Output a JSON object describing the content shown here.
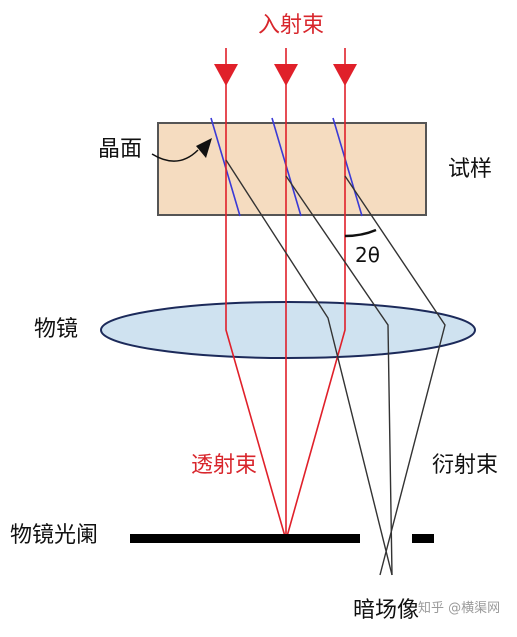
{
  "labels": {
    "incident_beam": "入射束",
    "crystal_plane": "晶面",
    "specimen": "试样",
    "two_theta": "2θ",
    "objective_lens": "物镜",
    "transmitted_beam": "透射束",
    "diffracted_beam": "衍射束",
    "objective_aperture": "物镜光阑",
    "dark_field_image": "暗场像"
  },
  "watermark": "知乎 @横渠网",
  "colors": {
    "incident_beam": "#e0202a",
    "transmitted_beam": "#e0202a",
    "diffracted_beam": "#333333",
    "crystal_planes": "#3a3ad6",
    "specimen_fill": "#f5dcc0",
    "specimen_border": "#555555",
    "lens_fill": "#cfe2f0",
    "lens_border": "#1c2a5a",
    "aperture": "#000000"
  }
}
